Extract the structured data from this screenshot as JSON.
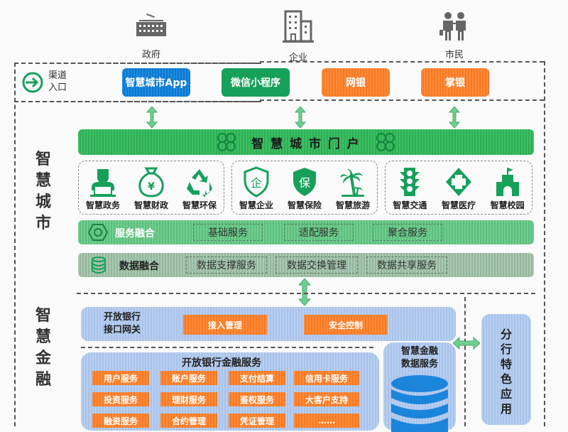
{
  "roles": [
    {
      "label": "政府",
      "icon": "government-building-icon"
    },
    {
      "label": "企业",
      "icon": "office-building-icon"
    },
    {
      "label": "市民",
      "icon": "citizens-icon"
    }
  ],
  "channel": {
    "label_line1": "渠道",
    "label_line2": "入口",
    "items": [
      {
        "label": "智慧城市App",
        "color": "#1b85dc"
      },
      {
        "label": "微信小程序",
        "color": "#17a05a"
      },
      {
        "label": "网银",
        "color": "#ff8a3a"
      },
      {
        "label": "掌银",
        "color": "#ff8a3a"
      }
    ]
  },
  "smart_city": {
    "side_label": [
      "智",
      "慧",
      "城",
      "市"
    ],
    "portal_title": "智 慧 城 市 门 户",
    "groups": [
      {
        "items": [
          {
            "label": "智慧政务",
            "icon": "government-affairs-person-icon"
          },
          {
            "label": "智慧财政",
            "icon": "money-bag-icon"
          },
          {
            "label": "智慧环保",
            "icon": "recycle-icon"
          }
        ]
      },
      {
        "items": [
          {
            "label": "智慧企业",
            "icon": "enterprise-shield-icon"
          },
          {
            "label": "智慧保险",
            "icon": "insurance-shield-icon"
          },
          {
            "label": "智慧旅游",
            "icon": "palm-tree-icon"
          }
        ]
      },
      {
        "items": [
          {
            "label": "智慧交通",
            "icon": "traffic-light-icon"
          },
          {
            "label": "智慧医疗",
            "icon": "medical-cross-icon"
          },
          {
            "label": "智慧校园",
            "icon": "campus-icon"
          }
        ]
      }
    ],
    "service_fusion": {
      "title": "服务融合",
      "items": [
        "基础服务",
        "适配服务",
        "聚合服务"
      ]
    },
    "data_fusion": {
      "title": "数据融合",
      "items": [
        "数据支撑服务",
        "数据交换管理",
        "数据共享服务"
      ]
    }
  },
  "smart_finance": {
    "side_label": [
      "智",
      "慧",
      "金",
      "融"
    ],
    "gateway": {
      "title_line1": "开放银行",
      "title_line2": "接口网关",
      "items": [
        "接入管理",
        "安全控制"
      ]
    },
    "financial_services": {
      "title": "开放银行金融服务",
      "items": [
        "用户服务",
        "账户服务",
        "支付结算",
        "信用卡服务",
        "投资服务",
        "理财服务",
        "鉴权服务",
        "大客户支持",
        "融资服务",
        "合约管理",
        "凭证管理",
        "……"
      ]
    },
    "data_service": {
      "title_line1": "智慧金融",
      "title_line2": "数据服务"
    },
    "branch_apps": [
      "分",
      "行",
      "特",
      "色",
      "应",
      "用"
    ]
  }
}
